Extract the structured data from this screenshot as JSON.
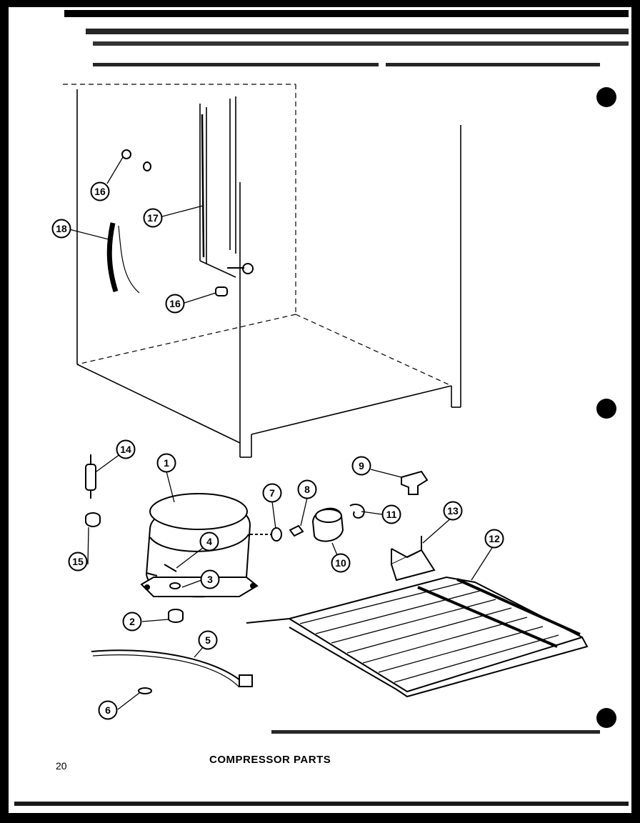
{
  "diagram": {
    "title": "COMPRESSOR PARTS",
    "page_number": "20",
    "callouts": [
      {
        "id": "c1",
        "label": "1"
      },
      {
        "id": "c2",
        "label": "2"
      },
      {
        "id": "c3",
        "label": "3"
      },
      {
        "id": "c4",
        "label": "4"
      },
      {
        "id": "c5",
        "label": "5"
      },
      {
        "id": "c6",
        "label": "6"
      },
      {
        "id": "c7",
        "label": "7"
      },
      {
        "id": "c8",
        "label": "8"
      },
      {
        "id": "c9",
        "label": "9"
      },
      {
        "id": "c10",
        "label": "10"
      },
      {
        "id": "c11",
        "label": "11"
      },
      {
        "id": "c12",
        "label": "12"
      },
      {
        "id": "c13",
        "label": "13"
      },
      {
        "id": "c14",
        "label": "14"
      },
      {
        "id": "c15",
        "label": "15"
      },
      {
        "id": "c16a",
        "label": "16"
      },
      {
        "id": "c16b",
        "label": "16"
      },
      {
        "id": "c17",
        "label": "17"
      },
      {
        "id": "c18",
        "label": "18"
      }
    ]
  }
}
